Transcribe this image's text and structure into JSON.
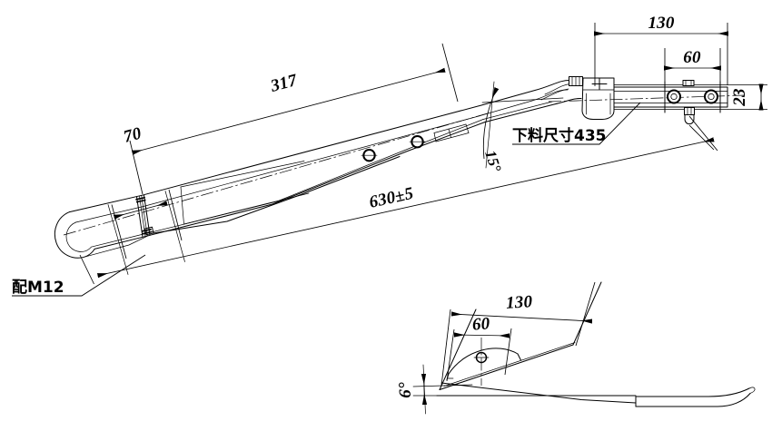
{
  "drawing": {
    "title": "Mechanical part engineering drawing",
    "background_color": "#ffffff",
    "line_color": "#000000",
    "views": [
      {
        "name": "main-assembly-view",
        "description": "Inclined side view of wiper arm assembly with eye end, arm, bend and mounting bracket"
      },
      {
        "name": "detail-blade-view",
        "description": "Lower detail view of blade end showing 6 degree bend and pivot boss"
      }
    ]
  },
  "dimensions": {
    "len_317": "317",
    "len_70": "70",
    "len_630": "630±5",
    "angle_15": "15°",
    "len_130_top": "130",
    "len_60_top": "60",
    "len_23": "23",
    "len_130_bottom": "130",
    "len_60_bottom": "60",
    "angle_6": "6°"
  },
  "notes": {
    "thread_note": "配M12",
    "blank_size_note": "下料尺寸435"
  },
  "features": {
    "hole_1": "arm-hole-1",
    "hole_2": "arm-hole-2",
    "bracket_hole_left": "bracket-hole-left",
    "bracket_hole_right": "bracket-hole-right",
    "pivot_boss": "pivot-boss",
    "eye_end": "eye-end-loop"
  }
}
